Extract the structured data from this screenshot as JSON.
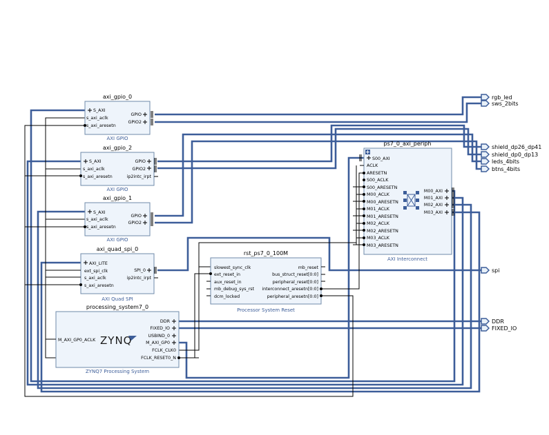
{
  "blocks": {
    "axi_gpio_0": {
      "name": "axi_gpio_0",
      "type": "AXI GPIO",
      "left_pins": [
        "S_AXI",
        "s_axi_aclk",
        "s_axi_aresetn"
      ],
      "right_pins": [
        "GPIO",
        "GPIO2"
      ]
    },
    "axi_gpio_2": {
      "name": "axi_gpio_2",
      "type": "AXI GPIO",
      "left_pins": [
        "S_AXI",
        "s_axi_aclk",
        "s_axi_aresetn"
      ],
      "right_pins": [
        "GPIO",
        "GPIO2",
        "ip2intc_irpt"
      ]
    },
    "axi_gpio_1": {
      "name": "axi_gpio_1",
      "type": "AXI GPIO",
      "left_pins": [
        "S_AXI",
        "s_axi_aclk",
        "s_axi_aresetn"
      ],
      "right_pins": [
        "GPIO",
        "GPIO2"
      ]
    },
    "axi_quad_spi_0": {
      "name": "axi_quad_spi_0",
      "type": "AXI Quad SPI",
      "left_pins": [
        "AXI_LITE",
        "ext_spi_clk",
        "s_axi_aclk",
        "s_axi_aresetn"
      ],
      "right_pins": [
        "SPI_0",
        "ip2intc_irpt"
      ]
    },
    "processing_system7_0": {
      "name": "processing_system7_0",
      "type": "ZYNQ7 Processing System",
      "left_pins": [
        "M_AXI_GP0_ACLK"
      ],
      "right_pins": [
        "DDR",
        "FIXED_IO",
        "USBIND_0",
        "M_AXI_GP0",
        "FCLK_CLK0",
        "FCLK_RESET0_N"
      ],
      "logo": "ZYNQ"
    },
    "rst_ps7_0_100M": {
      "name": "rst_ps7_0_100M",
      "type": "Processor System Reset",
      "left_pins": [
        "slowest_sync_clk",
        "ext_reset_in",
        "aux_reset_in",
        "mb_debug_sys_rst",
        "dcm_locked"
      ],
      "right_pins": [
        "mb_reset",
        "bus_struct_reset[0:0]",
        "peripheral_reset[0:0]",
        "interconnect_aresetn[0:0]",
        "peripheral_aresetn[0:0]"
      ]
    },
    "ps7_0_axi_periph": {
      "name": "ps7_0_axi_periph",
      "type": "AXI Interconnect",
      "left_pins": [
        "S00_AXI",
        "ACLK",
        "ARESETN",
        "S00_ACLK",
        "S00_ARESETN",
        "M00_ACLK",
        "M00_ARESETN",
        "M01_ACLK",
        "M01_ARESETN",
        "M02_ACLK",
        "M02_ARESETN",
        "M03_ACLK",
        "M03_ARESETN"
      ],
      "right_pins": [
        "M00_AXI",
        "M01_AXI",
        "M02_AXI",
        "M03_AXI"
      ]
    }
  },
  "external_ports": [
    "rgb_led",
    "sws_2bits",
    "shield_dp26_dp41",
    "shield_dp0_dp13",
    "leds_4bits",
    "btns_4bits",
    "spi",
    "DDR",
    "FIXED_IO"
  ],
  "colors": {
    "wire": "#3c5d99",
    "block_fill": "#eef4fb",
    "block_stroke": "#6f8aa8",
    "subtitle": "#3c5d99"
  }
}
